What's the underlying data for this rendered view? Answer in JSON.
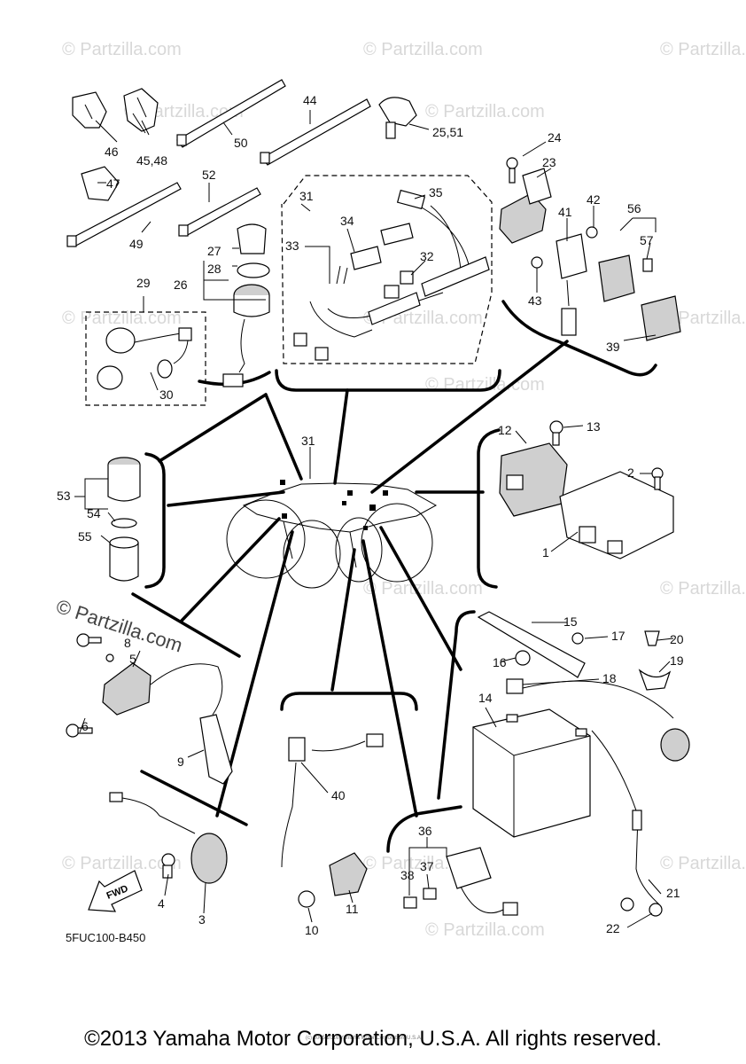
{
  "watermark": {
    "text": "© Partzilla.com",
    "overlay_text": "© Partzilla.com"
  },
  "diagram_code": "5FUC100-B450",
  "fwd_label": "FWD",
  "small_copyright": "(c) 2005-2016 Yamaha Motor Corporation, U.S.A.",
  "footer": "©2013 Yamaha Motor Corporation, U.S.A. All rights reserved.",
  "callouts": {
    "c1": "1",
    "c2": "2",
    "c3": "3",
    "c4": "4",
    "c5": "5",
    "c6": "6",
    "c8": "8",
    "c9": "9",
    "c10": "10",
    "c11": "11",
    "c12": "12",
    "c13": "13",
    "c14": "14",
    "c15": "15",
    "c16": "16",
    "c17": "17",
    "c18": "18",
    "c19": "19",
    "c20": "20",
    "c21": "21",
    "c22": "22",
    "c23": "23",
    "c24": "24",
    "c25_51": "25,51",
    "c26": "26",
    "c27": "27",
    "c28": "28",
    "c29": "29",
    "c30": "30",
    "c31a": "31",
    "c31b": "31",
    "c32": "32",
    "c33": "33",
    "c34": "34",
    "c35": "35",
    "c36": "36",
    "c37": "37",
    "c38": "38",
    "c39": "39",
    "c40": "40",
    "c41": "41",
    "c42": "42",
    "c43": "43",
    "c44": "44",
    "c45_48": "45,48",
    "c46": "46",
    "c47": "47",
    "c49": "49",
    "c50": "50",
    "c52": "52",
    "c53": "53",
    "c54": "54",
    "c55": "55",
    "c56": "56",
    "c57": "57"
  }
}
